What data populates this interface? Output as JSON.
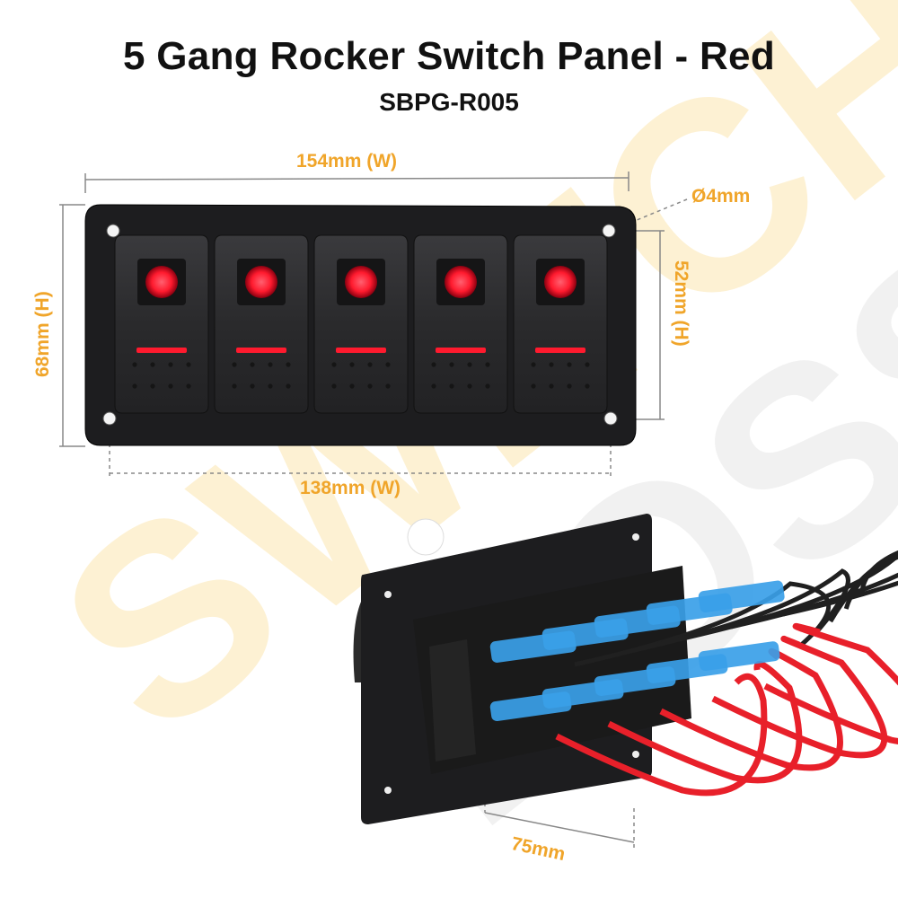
{
  "product": {
    "title": "5 Gang Rocker Switch Panel - Red",
    "model": "SBPG-R005"
  },
  "dimensions": {
    "outer_width": "154mm (W)",
    "hole_spacing_width": "138mm (W)",
    "outer_height": "68mm (H)",
    "hole_spacing_height": "52mm (H)",
    "hole_diameter": "Ø4mm",
    "depth": "75mm"
  },
  "switches": {
    "count": 5,
    "indicator_color": "#ff1a2e"
  },
  "colors": {
    "dimension_text": "#f0a52a",
    "panel": "#1c1c1e",
    "watermark": "#fdf3d6",
    "wire_red": "#e8202a",
    "terminal_blue": "#3aa0e8"
  }
}
